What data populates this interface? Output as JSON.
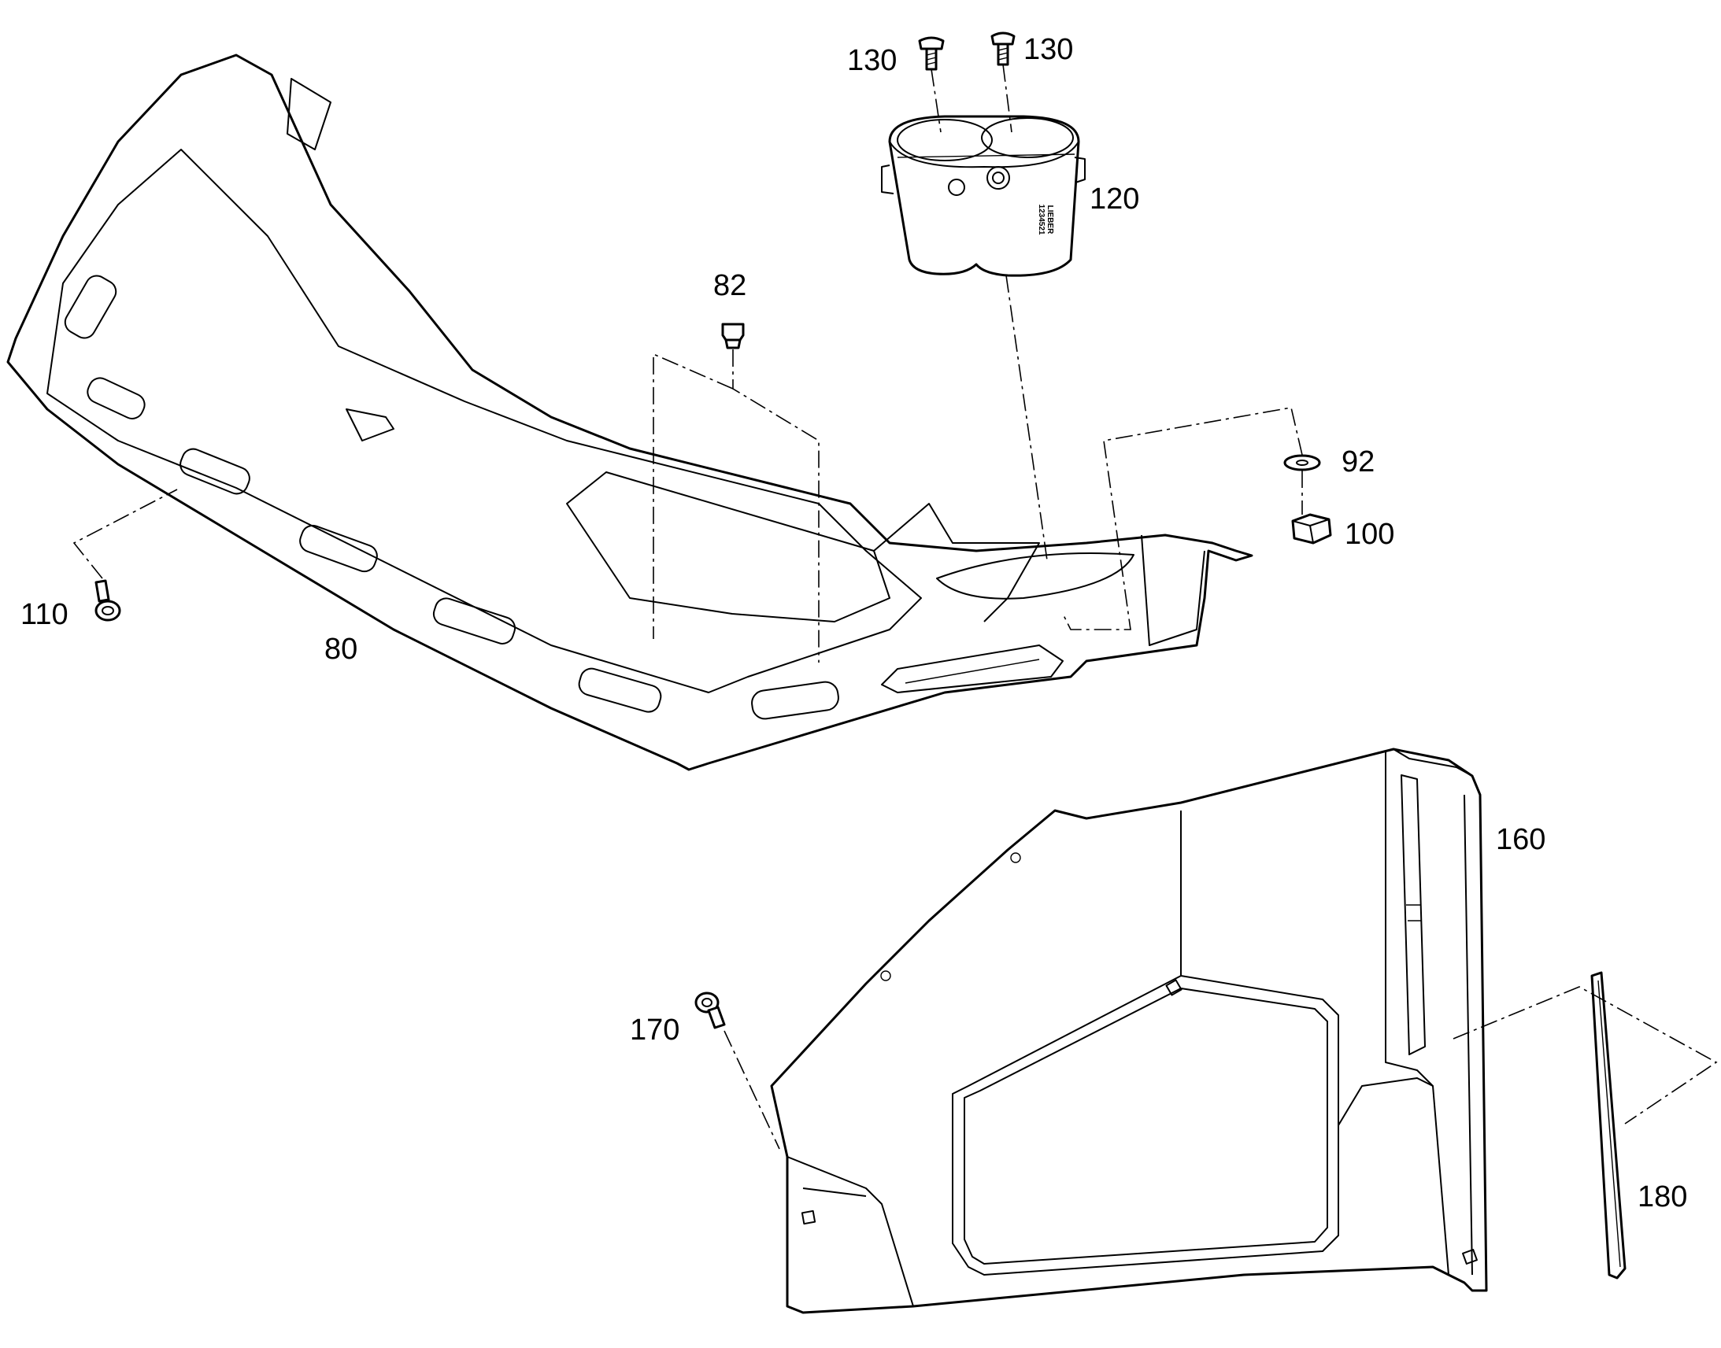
{
  "callouts": {
    "p80": "80",
    "p82": "82",
    "p92": "92",
    "p100": "100",
    "p110": "110",
    "p120": "120",
    "p130_left": "130",
    "p130_right": "130",
    "p160": "160",
    "p170": "170",
    "p180": "180"
  },
  "part_print": {
    "cup_holder_mark_1": "LIEBER",
    "cup_holder_mark_2": "1234521"
  },
  "colors": {
    "line": "#000000",
    "background": "#ffffff"
  }
}
